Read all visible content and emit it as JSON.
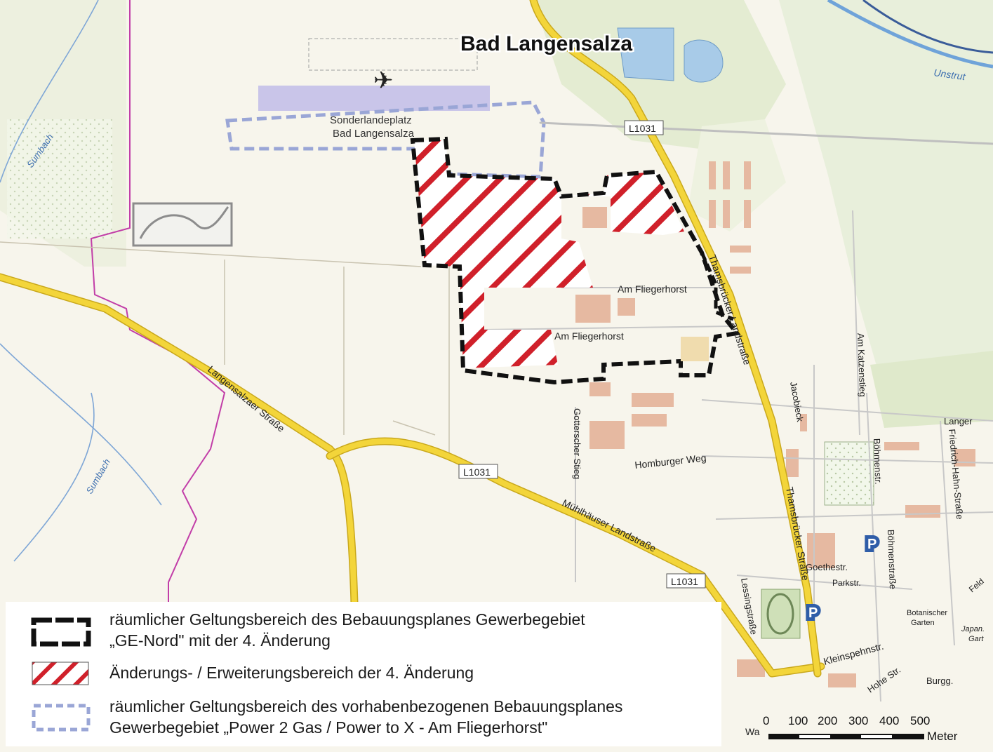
{
  "title": "Bad Langensalza",
  "labels": {
    "airfield_line1": "Sonderlandeplatz",
    "airfield_line2": "Bad Langensalza",
    "river_unstrut": "Unstrut",
    "stream_sumbach_north": "Sumbach",
    "stream_sumbach_south": "Sumbach",
    "road_l1031_north": "L1031",
    "road_l1031_center": "L1031",
    "road_l1031_south": "L1031",
    "street_langensalzaer": "Langensalzaer Straße",
    "street_muehlhaeuser": "Mühlhäuser Landstraße",
    "street_thamsbruecker_north": "Thamsbrücker Landstraße",
    "street_thamsbruecker_south": "Thamsbrücker Straße",
    "street_am_fliegerhorst_1": "Am Fliegerhorst",
    "street_am_fliegerhorst_2": "Am Fliegerhorst",
    "street_gotterscher_stieg": "Gotterscher Stieg",
    "street_homburger_weg": "Homburger Weg",
    "street_jacobieck": "Jacobieck",
    "street_am_katzenstieg": "Am Katzenstieg",
    "street_boehmenstr": "Böhmenstr.",
    "street_boehmenstrasse": "Böhmenstraße",
    "street_friedrich_hahn": "Friedrich-Hahn-Straße",
    "street_langer": "Langer",
    "street_goethestr": "Goethestr.",
    "street_parkstr": "Parkstr.",
    "street_lessingstrasse": "Lessingstraße",
    "street_kleinspehnstr": "Kleinspehnstr.",
    "street_hohe_str": "Hohe Str.",
    "street_burgg": "Burgg.",
    "street_wa": "Wa",
    "botanic_garden_1": "Botanischer",
    "botanic_garden_2": "Garten",
    "japan_garden_1": "Japan.",
    "japan_garden_2": "Gart",
    "feld": "Feld",
    "parking_1": "P",
    "parking_2": "P"
  },
  "legend": {
    "items": [
      {
        "symbol": "black-dashed-boundary",
        "line1": "räumlicher Geltungsbereich des Bebauungsplanes Gewerbegebiet",
        "line2": "„GE-Nord\" mit der 4. Änderung"
      },
      {
        "symbol": "red-hatched-area",
        "line1": "Änderungs- / Erweiterungsbereich der 4. Änderung",
        "line2": ""
      },
      {
        "symbol": "blue-dashed-boundary",
        "line1": "räumlicher Geltungsbereich des vorhabenbezogenen Bebauungsplanes",
        "line2": "Gewerbegebiet „Power 2 Gas / Power to X - Am Fliegerhorst\""
      }
    ]
  },
  "scale": {
    "ticks": [
      "0",
      "100",
      "200",
      "300",
      "400",
      "500"
    ],
    "unit": "Meter"
  },
  "colors": {
    "background": "#f7f5ec",
    "main_road": "#f3d53a",
    "road_casing": "#c9a81c",
    "boundary_black": "#111111",
    "hatch_red": "#d0202a",
    "blue_dashed": "#9aa6d6",
    "water": "#a8cbe8",
    "forest": "#dfeacb",
    "building": "#e6b9a1",
    "admin_border": "#c23ea8"
  }
}
